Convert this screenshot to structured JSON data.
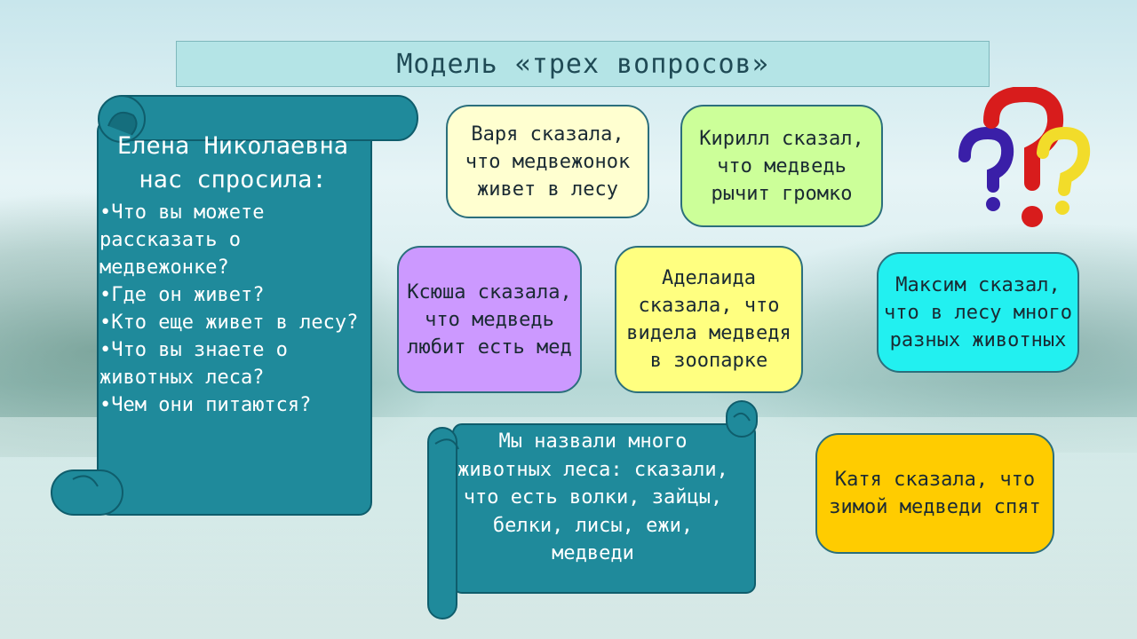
{
  "title": "Модель «трех вопросов»",
  "left_scroll": {
    "heading": "Елена Николаевна нас спросила:",
    "questions": [
      "Что вы можете рассказать о медвежонке?",
      "Где он живет?",
      "Кто еще живет в лесу?",
      "Что вы знаете о животных леса?",
      "Чем они питаются?"
    ]
  },
  "answers": {
    "varya": "Варя сказала, что медвежонок живет в лесу",
    "kirill": "Кирилл сказал, что медведь рычит громко",
    "ksyusha": "Ксюша сказала, что медведь любит есть мед",
    "adelaida": "Аделаида сказала, что видела медведя в зоопарке",
    "maksim": "Максим сказал, что в лесу много разных животных",
    "katya": "Катя сказала, что зимой медведи спят"
  },
  "bottom_scroll": {
    "text": "Мы назвали много животных леса: сказали, что есть волки, зайцы, белки, лисы,  ежи, медведи"
  },
  "colors": {
    "scroll": "#1f8a9b",
    "varya": "#ffffd0",
    "kirill": "#ccff99",
    "ksyusha": "#cc99ff",
    "adelaida": "#ffff80",
    "maksim": "#22f0f0",
    "katya": "#ffcc00"
  },
  "icons": [
    "question-marks-icon"
  ]
}
